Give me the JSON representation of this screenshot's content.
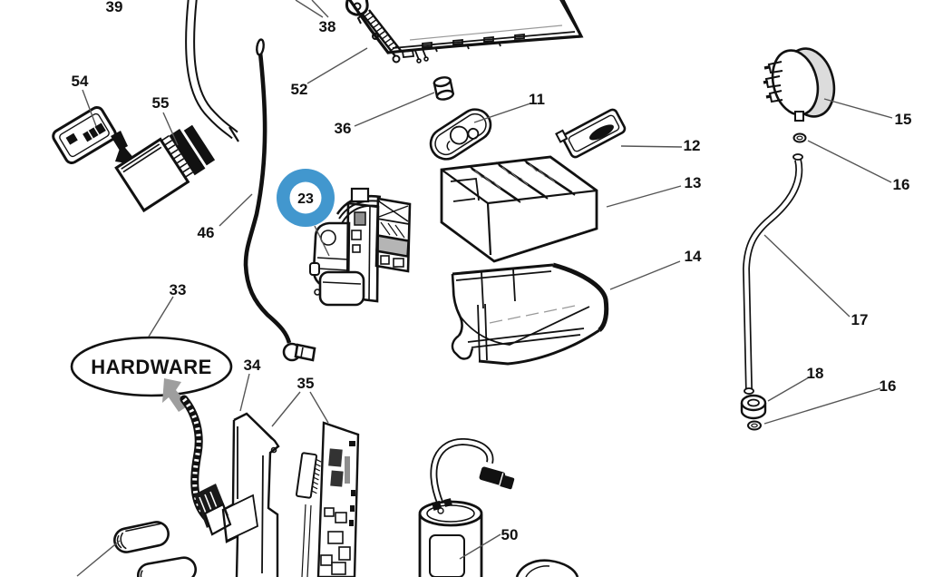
{
  "diagram": {
    "kind": "exploded-parts-diagram",
    "background": "#ffffff",
    "line_color": "#111111",
    "leader_color": "#555555",
    "highlight": {
      "part_number": "23",
      "color": "#4297CE"
    },
    "hardware_tag": "HARDWARE",
    "part_numbers_visible": [
      "11",
      "12",
      "13",
      "14",
      "15",
      "16",
      "17",
      "18",
      "23",
      "33",
      "34",
      "35",
      "36",
      "38",
      "39",
      "46",
      "50",
      "52",
      "54",
      "55"
    ]
  },
  "labels": {
    "n39": "39",
    "n38": "38",
    "n52": "52",
    "n36": "36",
    "n54": "54",
    "n55": "55",
    "n46": "46",
    "n23": "23",
    "n33": "33",
    "n34": "34",
    "n35": "35",
    "n11": "11",
    "n12": "12",
    "n13": "13",
    "n14": "14",
    "n15": "15",
    "n16a": "16",
    "n16b": "16",
    "n17": "17",
    "n18": "18",
    "n50": "50",
    "hardware": "HARDWARE"
  }
}
